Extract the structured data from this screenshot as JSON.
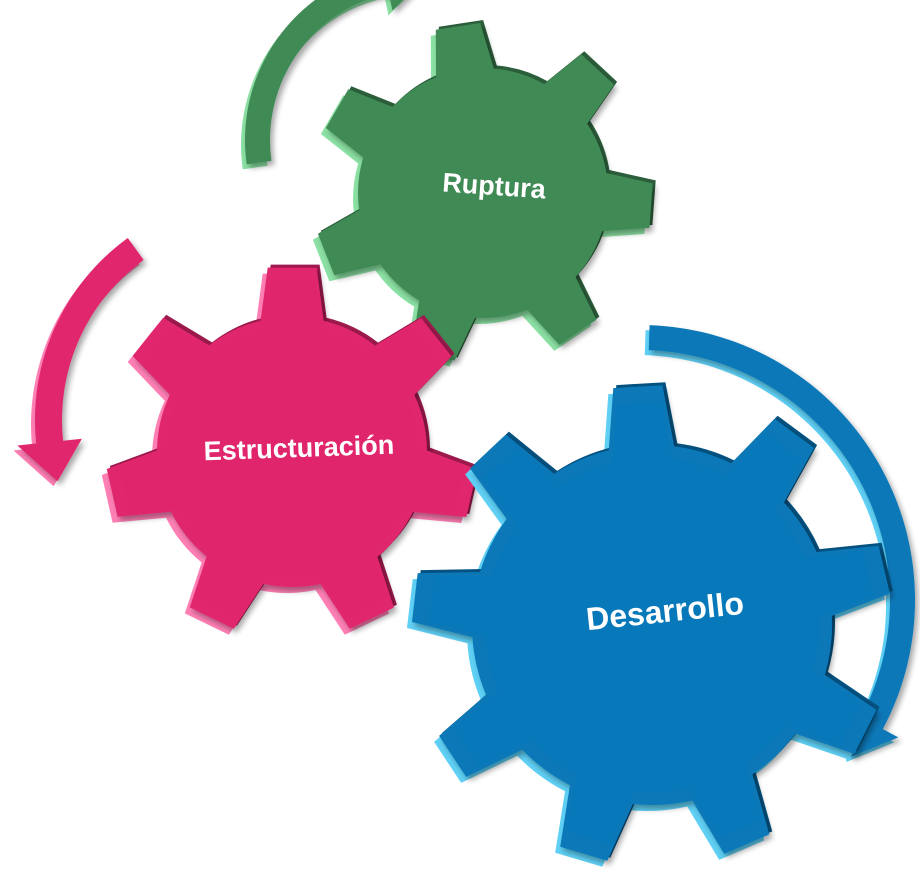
{
  "diagram": {
    "gears": [
      {
        "id": "ruptura",
        "label": "Ruptura",
        "color": "#3f8a55",
        "rim": "#8be0a3",
        "shadow": "#2c5f3b"
      },
      {
        "id": "estructuracion",
        "label": "Estructuración",
        "color": "#e0256d",
        "rim": "#ff7fb5",
        "shadow": "#9e1a4d"
      },
      {
        "id": "desarrollo",
        "label": "Desarrollo",
        "color": "#0778b8",
        "rim": "#5fd0f5",
        "shadow": "#055281"
      }
    ],
    "arrows": [
      {
        "id": "green-arrow",
        "color": "#3f8a55",
        "rim": "#8be0a3"
      },
      {
        "id": "pink-arrow",
        "color": "#e0256d",
        "rim": "#ff7fb5"
      },
      {
        "id": "blue-arrow",
        "color": "#0778b8",
        "rim": "#5fd0f5"
      }
    ]
  }
}
